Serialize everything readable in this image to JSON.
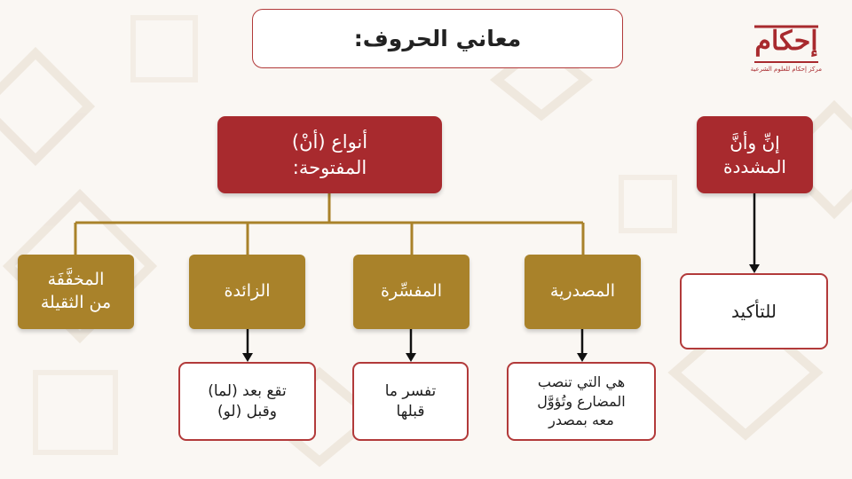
{
  "title": "معاني الحروف:",
  "logo": {
    "name": "إحكام",
    "subtitle": "مركز إحكام للعلوم الشرعية"
  },
  "root": {
    "line1": "أنواع (أنْ)",
    "line2": "المفتوحة:"
  },
  "branches": [
    {
      "label": "المصدرية",
      "detail": [
        "هي التي تنصب",
        "المضارع وتُؤوَّل",
        "معه بمصدر"
      ]
    },
    {
      "label": "المفسِّرة",
      "detail": [
        "تفسر ما",
        "قبلها"
      ]
    },
    {
      "label": "الزائدة",
      "detail": [
        "تقع بعد (لما)",
        "وقبل (لو)"
      ]
    },
    {
      "label_lines": [
        "المخفَّفَة",
        "من الثقيلة"
      ]
    }
  ],
  "side": {
    "line1": "إنِّ وأنَّ",
    "line2": "المشددة",
    "result": "للتأكيد"
  },
  "colors": {
    "red": "#a82a2e",
    "gold": "#a9822a",
    "border": "#b23a3a"
  }
}
